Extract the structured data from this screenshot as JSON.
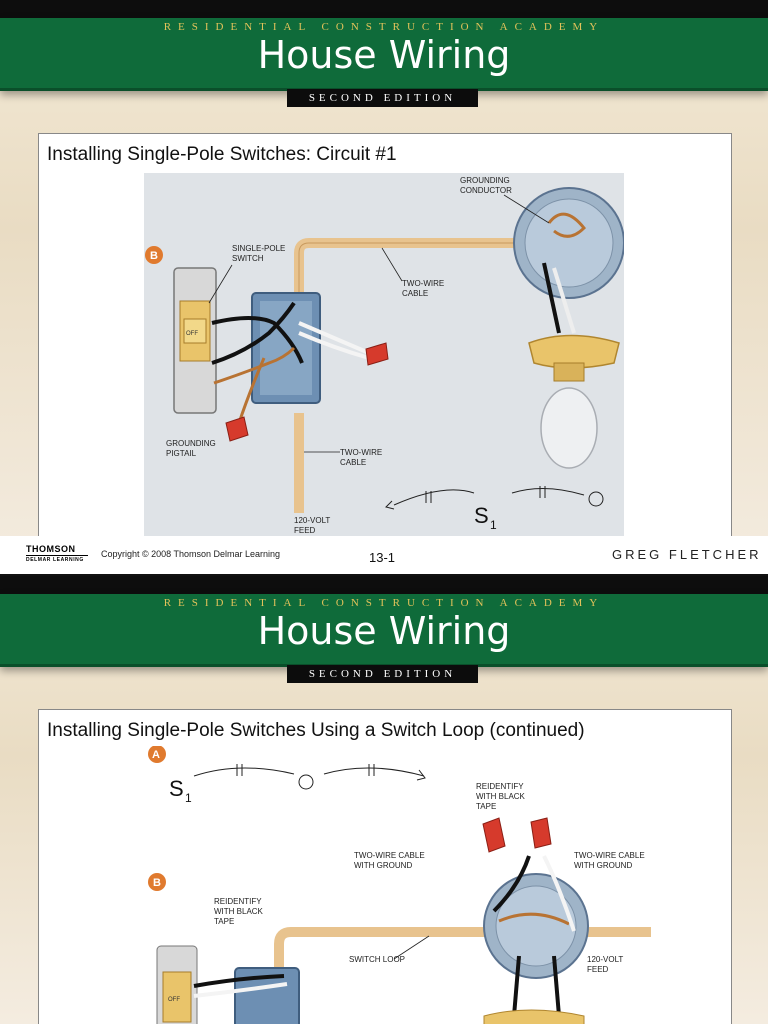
{
  "slides": [
    {
      "series": "RESIDENTIAL CONSTRUCTION ACADEMY",
      "title": "House Wiring",
      "edition": "SECOND EDITION",
      "slide_title": "Installing Single-Pole Switches: Circuit #1",
      "labels": {
        "marker_b": "B",
        "single_pole_switch": [
          "SINGLE-POLE",
          "SWITCH"
        ],
        "two_wire_cable_top": [
          "TWO-WIRE",
          "CABLE"
        ],
        "grounding_conductor": [
          "GROUNDING",
          "CONDUCTOR"
        ],
        "grounding_pigtail": [
          "GROUNDING",
          "PIGTAIL"
        ],
        "two_wire_cable_bottom": [
          "TWO-WIRE",
          "CABLE"
        ],
        "volt_feed": [
          "120-VOLT",
          "FEED"
        ],
        "switch_off": "OFF",
        "schematic_symbol": "S",
        "schematic_subscript": "1"
      },
      "footer": {
        "publisher": "THOMSON",
        "publisher_sub": "DELMAR LEARNING",
        "copyright": "Copyright © 2008 Thomson Delmar Learning",
        "page": "13-1",
        "author": "GREG FLETCHER"
      }
    },
    {
      "series": "RESIDENTIAL CONSTRUCTION ACADEMY",
      "title": "House Wiring",
      "edition": "SECOND EDITION",
      "slide_title": "Installing Single-Pole Switches Using a Switch Loop (continued)",
      "labels": {
        "marker_a": "A",
        "marker_b": "B",
        "schematic_symbol": "S",
        "schematic_subscript": "1",
        "reidentify_top": [
          "REIDENTIFY",
          "WITH BLACK",
          "TAPE"
        ],
        "two_wire_ground_left": [
          "TWO-WIRE CABLE",
          "WITH GROUND"
        ],
        "two_wire_ground_right": [
          "TWO-WIRE CABLE",
          "WITH GROUND"
        ],
        "reidentify_left": [
          "REIDENTIFY",
          "WITH BLACK",
          "TAPE"
        ],
        "switch_loop": "SWITCH LOOP",
        "volt_feed": [
          "120-VOLT",
          "FEED"
        ],
        "switch_off": "OFF"
      }
    }
  ],
  "colors": {
    "banner_green": "#0f6b3a",
    "academy_gold": "#e1c25a",
    "cable_tan": "#e8c38e",
    "wire_nut_red": "#d63a2c",
    "marker_orange": "#e07a2e"
  }
}
